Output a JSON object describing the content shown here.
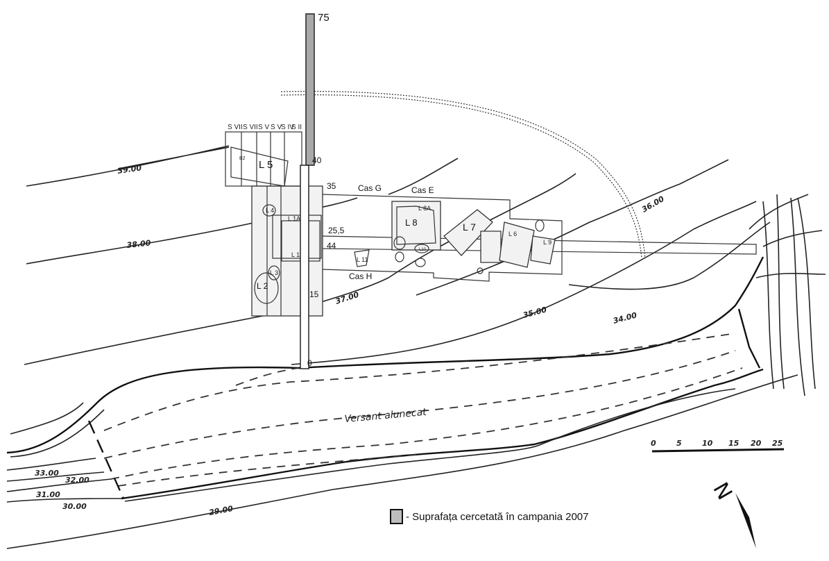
{
  "trench": {
    "marks": [
      "75",
      "40",
      "35",
      "25,5",
      "44",
      "15",
      "0"
    ],
    "fill_color": "#a9a9a9"
  },
  "sections": [
    "S VII",
    "S VII",
    "S V",
    "S V",
    "S IV",
    "S II"
  ],
  "areas": {
    "cas_g": "Cas G",
    "cas_e": "Cas E",
    "cas_h": "Cas H"
  },
  "features": {
    "l1": "L 1",
    "l1a": "L 1A",
    "l2": "L 2",
    "l3": "L 3",
    "l4": "L 4",
    "l5": "L 5",
    "l6": "L 6",
    "l7": "L 7",
    "l8": "L 8",
    "l8a": "L 8A",
    "l9": "L 9",
    "l11": "L 11",
    "l10": "L10",
    "b2": "B2"
  },
  "contours": [
    "39.00",
    "38.00",
    "37.00",
    "36.00",
    "35.00",
    "34.00",
    "33.00",
    "32.00",
    "31.00",
    "30.00",
    "29.00"
  ],
  "slope_label": "Versant alunecat",
  "scale": [
    "0",
    "5",
    "10",
    "15",
    "20",
    "25"
  ],
  "north": "N",
  "legend": {
    "text": "- Suprafața cercetată în campania 2007",
    "swatch_color": "#bdbdbd"
  }
}
